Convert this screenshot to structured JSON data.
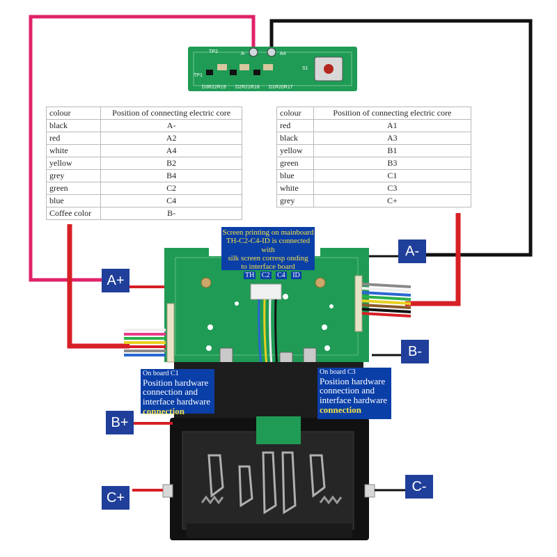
{
  "table_left": {
    "header": [
      "colour",
      "Position of connecting electric core"
    ],
    "rows": [
      [
        "black",
        "A-"
      ],
      [
        "red",
        "A2"
      ],
      [
        "white",
        "A4"
      ],
      [
        "yellow",
        "B2"
      ],
      [
        "grey",
        "B4"
      ],
      [
        "green",
        "C2"
      ],
      [
        "blue",
        "C4"
      ],
      [
        "Coffee color",
        "B-"
      ]
    ]
  },
  "table_right": {
    "header": [
      "colour",
      "Position of connecting electric core"
    ],
    "rows": [
      [
        "red",
        "A1"
      ],
      [
        "black",
        "A3"
      ],
      [
        "yellow",
        "B1"
      ],
      [
        "green",
        "B3"
      ],
      [
        "blue",
        "C1"
      ],
      [
        "white",
        "C3"
      ],
      [
        "grey",
        "C+"
      ]
    ]
  },
  "badges": {
    "a_plus": "A+",
    "a_minus": "A-",
    "b_plus": "B+",
    "b_minus": "B-",
    "c_plus": "C+",
    "c_minus": "C-"
  },
  "screen_note": {
    "line1": "Screen printing on mainboard",
    "line2": "TH-C2-C4-ID is connected with",
    "line3": "silk screen corresp onding",
    "line4": "to interface board"
  },
  "pin_tags": [
    "TH",
    "C2",
    "C4",
    "ID"
  ],
  "note_c1": {
    "small": "On board C1",
    "line1": "Position hardware",
    "line2": "connection and",
    "line3": "interface hardware",
    "line4": "connection"
  },
  "note_c3": {
    "small": "On board C3",
    "line1": "Position hardware",
    "line2": "connection and",
    "line3": "interface hardware",
    "line4": "connection"
  },
  "small_board_labels": {
    "tp2": "TP2",
    "tp1": "TP1",
    "a_minus": "A-",
    "a4": "A4",
    "s1": "S1",
    "d3": "D3R22R19",
    "d2": "D2R21R18",
    "d1": "D1R20R17"
  },
  "colors": {
    "pcb": "#1f9b55",
    "pcb_dark": "#137a3f",
    "wire_red": "#d61f26",
    "wire_pink": "#e0226a",
    "wire_black": "#111111",
    "badge": "#1f3f9a",
    "note_bg": "#0b3fa8",
    "highlight": "#f2e14a"
  }
}
